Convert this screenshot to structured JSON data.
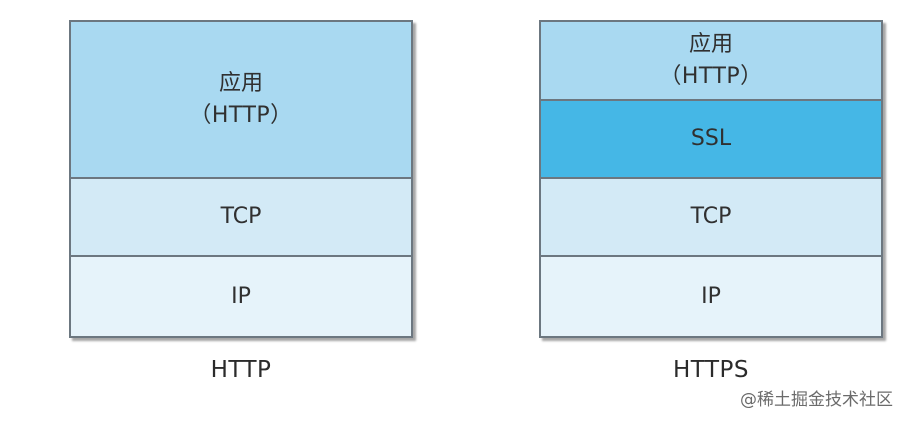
{
  "http_stack": {
    "caption": "HTTP",
    "layers": {
      "app_name": "应用",
      "app_proto": "（HTTP）",
      "tcp": "TCP",
      "ip": "IP"
    }
  },
  "https_stack": {
    "caption": "HTTPS",
    "layers": {
      "app_name": "应用",
      "app_proto": "（HTTP）",
      "ssl": "SSL",
      "tcp": "TCP",
      "ip": "IP"
    }
  },
  "watermark": "@稀土掘金技术社区",
  "colors": {
    "app_layer": "#a9d9f1",
    "ssl_layer": "#45b7e6",
    "tcp_layer": "#d3eaf6",
    "ip_layer": "#e6f3fa",
    "border": "#6c7780"
  }
}
